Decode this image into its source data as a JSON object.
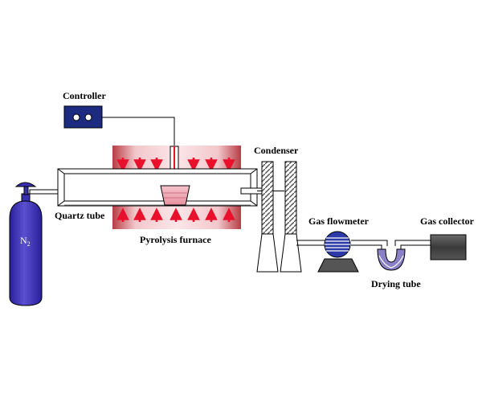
{
  "labels": {
    "controller": "Controller",
    "condenser": "Condenser",
    "quartz_tube": "Quartz tube",
    "pyrolysis_furnace": "Pyrolysis furnace",
    "gas_flowmeter": "Gas flowmeter",
    "gas_collector": "Gas collector",
    "drying_tube": "Drying tube",
    "cylinder_symbol": "N",
    "cylinder_subscript": "2"
  },
  "colors": {
    "furnace_red": "#c04048",
    "heat_arrow": "#e8102a",
    "cylinder_blue": "#3a2fb0",
    "controller_blue": "#1c2a80",
    "flowmeter_blue": "#2c3aa8",
    "sample_pink": "#f0a4b0",
    "collector_gray": "#4a4a4a",
    "drying_tube_purple": "#8a80c8"
  }
}
